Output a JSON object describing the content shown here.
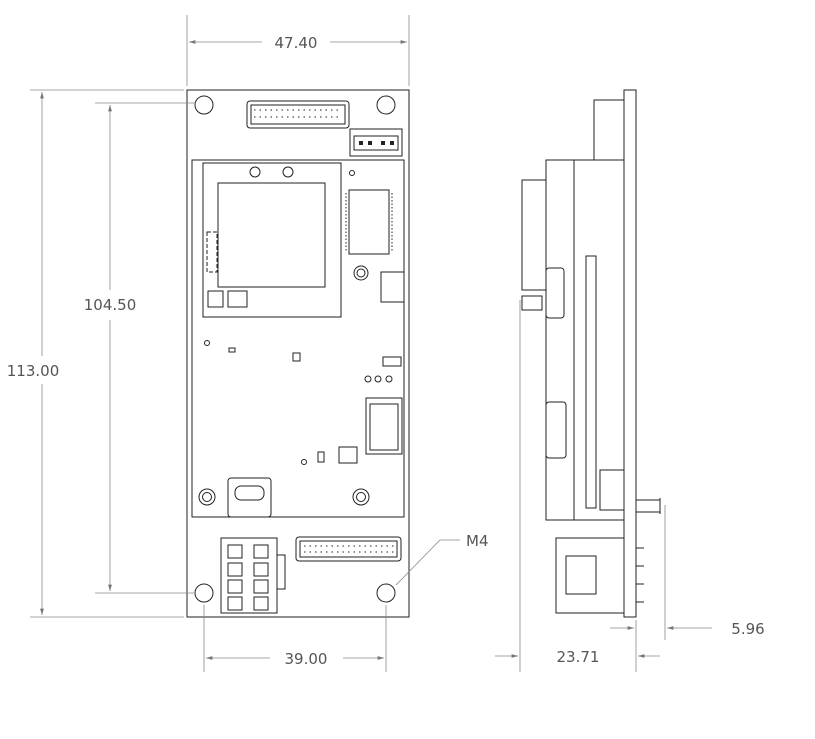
{
  "drawing": {
    "dimensions": {
      "board_width": "47.40",
      "hole_spacing_vertical": "104.50",
      "board_height": "113.00",
      "hole_spacing_horizontal": "39.00",
      "hole_size": "M4",
      "side_height": "23.71",
      "pin_protrusion": "5.96"
    }
  }
}
